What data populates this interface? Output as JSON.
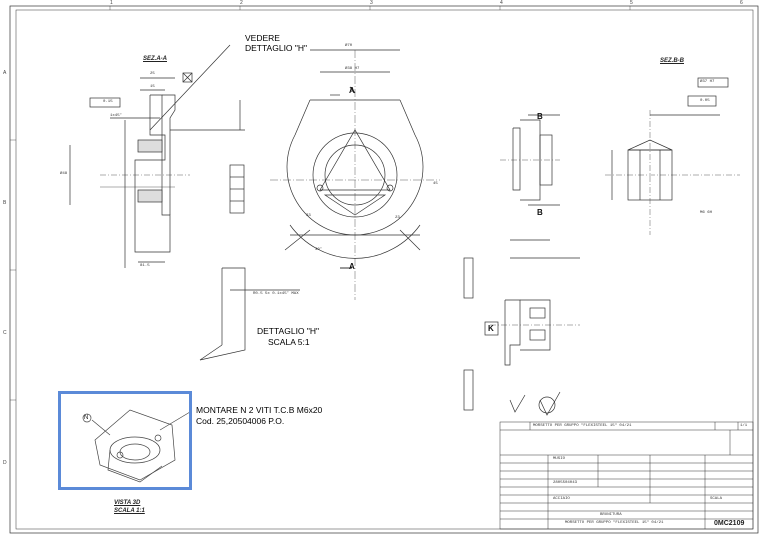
{
  "labels": {
    "vedere_dettaglio": "VEDERE\nDETTAGLIO \"H\"",
    "sez_aa": "SEZ.A-A",
    "sez_bb": "SEZ.B-B",
    "dettaglio_h": "DETTAGLIO \"H\"",
    "scala_h": "SCALA 5:1",
    "montare_note": "MONTARE N 2 VITI T.C.B M6x20",
    "cod_note": "Cod. 25,20504006 P.O.",
    "vista_3d": "VISTA 3D",
    "scala_3d": "SCALA 1:1",
    "drawing_number": "0MC2109",
    "section_a": "A",
    "section_b": "B",
    "datum_k": "K",
    "datum_n": "N"
  },
  "dimensions": {
    "d70": "Ø70",
    "d38": "Ø38 H7",
    "d25": "25",
    "d15": "15",
    "tol_015": "0.15",
    "tol_005": "0.05",
    "ch1": "1x45°",
    "d48": "Ø48",
    "d33": "33",
    "d45": "45",
    "d30": "30°",
    "d37": "Ø37 H7",
    "m6": "M6 6H",
    "d81": "81.5",
    "d23": "23",
    "det_note": "R0.5 5x 0.1x45° MAX"
  },
  "title_block": {
    "description": "MORSETTO PER GRUPPO \"FLEXISTEEL 15\" 04/21",
    "material": "ACCIAIO",
    "code": "2805504043",
    "finish": "BRUNITURA",
    "designer": "MUSIO",
    "scale_label": "SCALA",
    "sheet": "1/1"
  },
  "ruler": {
    "top": [
      "1",
      "2",
      "3",
      "4",
      "5",
      "6"
    ],
    "left": [
      "A",
      "B",
      "C",
      "D"
    ]
  },
  "colors": {
    "highlight": "#5b8ad8",
    "line": "#333333"
  }
}
